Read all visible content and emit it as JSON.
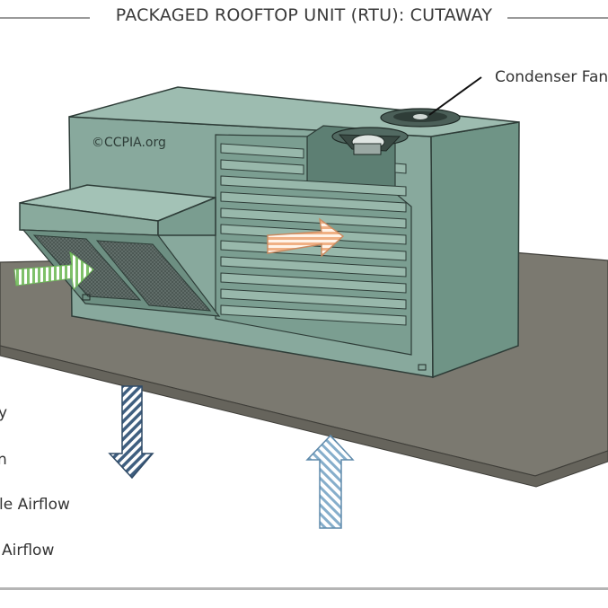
{
  "diagram": {
    "title": "PACKAGED ROOFTOP UNIT (RTU): CUTAWAY",
    "labels": {
      "condenser_fan": "Condenser Fan",
      "watermark": "©CCPIA.org"
    },
    "legend_partial": [
      "y",
      "n",
      "le Airflow",
      "Airflow"
    ]
  },
  "colors": {
    "unit_body": "#86a89c",
    "unit_dark": "#5f8477",
    "roof": "#7d7b72",
    "outside_air_arrow": "#8fc77a",
    "condenser_air_arrow": "#f0b486",
    "supply_arrow": "#4a6a8a",
    "return_arrow": "#8fb3cc"
  }
}
